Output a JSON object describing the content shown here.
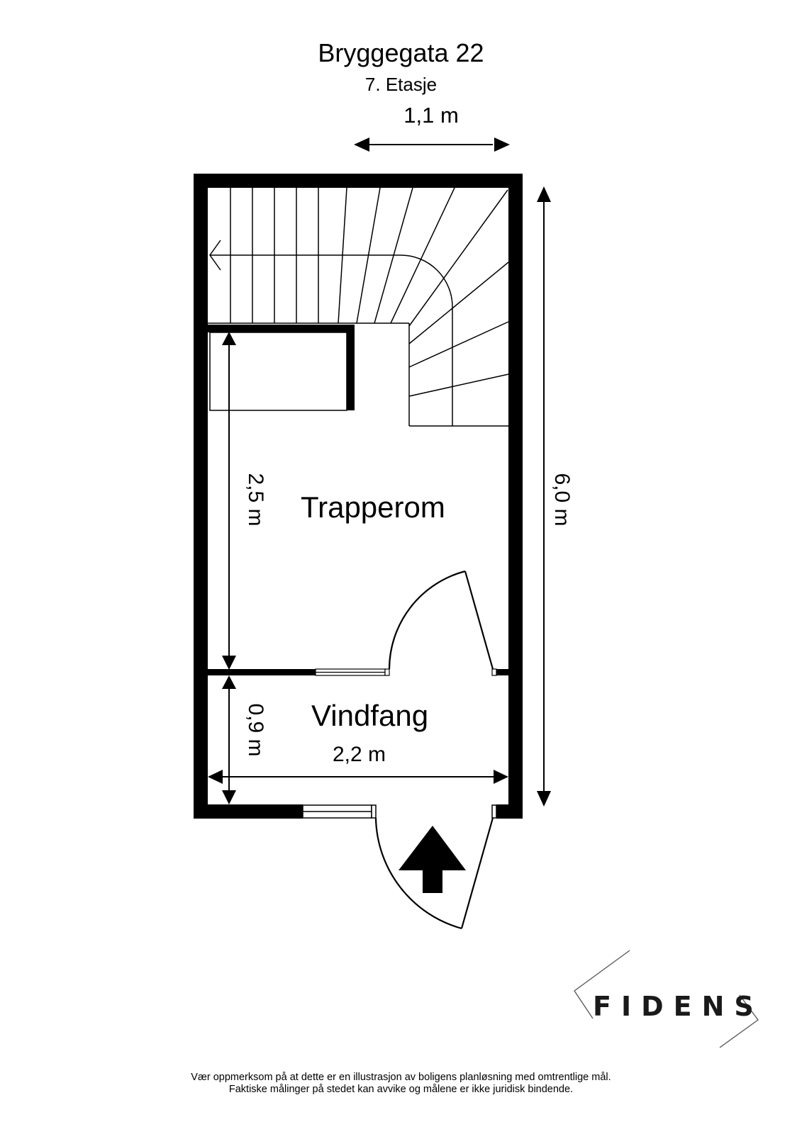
{
  "header": {
    "title": "Bryggegata 22",
    "floor": "7. Etasje"
  },
  "rooms": [
    {
      "name": "Trapperom"
    },
    {
      "name": "Vindfang"
    }
  ],
  "dimensions": {
    "top_width": "1,1 m",
    "total_height": "6,0 m",
    "trapperom_height": "2,5 m",
    "vindfang_height": "0,9 m",
    "vindfang_width": "2,2 m"
  },
  "logo": {
    "brand": "FIDENS"
  },
  "disclaimer": {
    "line1": "Vær oppmerksom på at dette er en illustrasjon av boligens planløsning med omtrentlige mål.",
    "line2": "Faktiske målinger på stedet kan avvike og målene er ikke juridisk bindende."
  },
  "colors": {
    "wall": "#000000",
    "background": "#ffffff",
    "logo_text": "#1a1a1a",
    "logo_lines": "#555555"
  }
}
